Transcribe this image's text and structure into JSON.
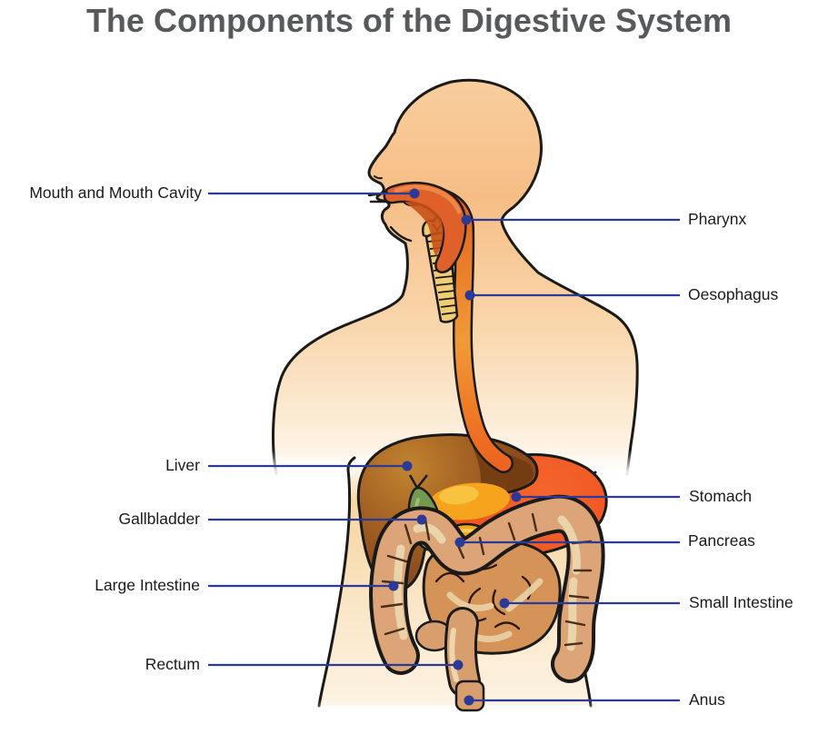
{
  "title": "The Components of the Digestive System",
  "labels": {
    "mouth": "Mouth and Mouth Cavity",
    "pharynx": "Pharynx",
    "oesophagus": "Oesophagus",
    "liver": "Liver",
    "stomach": "Stomach",
    "gallbladder": "Gallbladder",
    "pancreas": "Pancreas",
    "large_intestine": "Large Intestine",
    "small_intestine": "Small Intestine",
    "rectum": "Rectum",
    "anus": "Anus"
  },
  "colors": {
    "leader": "#2b3a96",
    "title": "#58595a",
    "label": "#1b1b1b",
    "outline": "#1a1a1a",
    "skin": "#f6be86",
    "liver": "#9a5a22",
    "stomach": "#f15a25",
    "colon": "#dca477",
    "colon_highlight": "#ebd7ae",
    "small_intestine": "#d59357",
    "gallbladder": "#74984e",
    "pancreas": "#f1a61c",
    "trachea": "#f2cc74",
    "rectum": "#d89e6e",
    "patch": "#f6a41d"
  }
}
